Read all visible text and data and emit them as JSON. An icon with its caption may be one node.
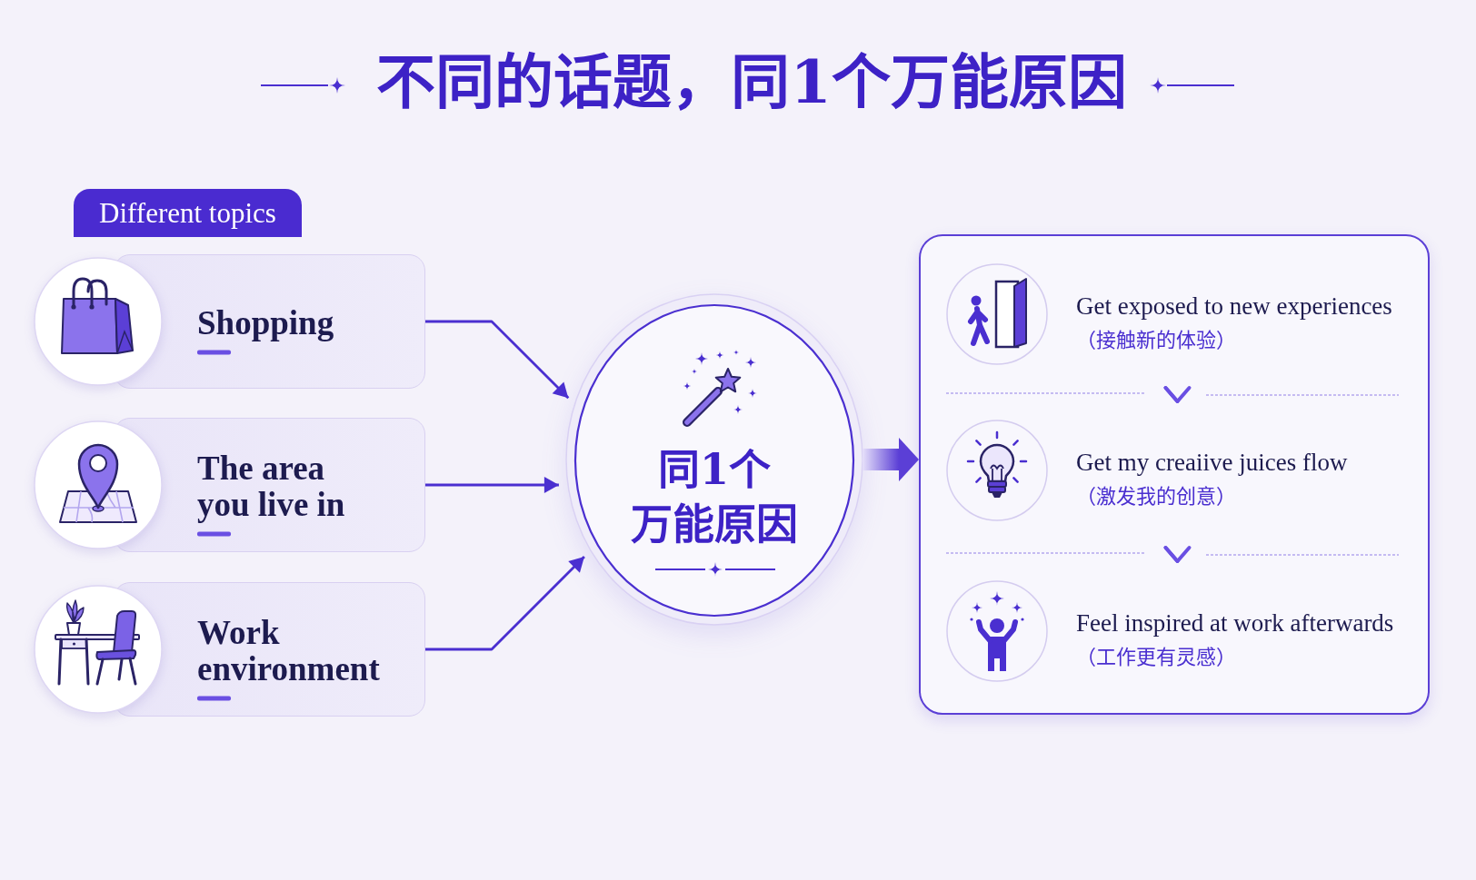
{
  "diagram": {
    "title": "不同的话题，同1个万能原因",
    "nodes": [
      {
        "text": [
          "Different topics"
        ]
      },
      {
        "text": [
          "Shopping"
        ]
      },
      {
        "text": [
          "The area you live in"
        ]
      },
      {
        "text": [
          "Work environment"
        ]
      },
      {
        "text": [
          "同1个万能原因"
        ]
      },
      {
        "text": [],
        "shape": "box"
      },
      {
        "text": [
          "Get exposed to new experiences",
          "（接触新的体验）"
        ],
        "in": 5
      },
      {
        "text": [
          "Get my creaiive juices flow",
          "（激发我的创意）"
        ],
        "in": 5
      },
      {
        "text": [
          "Feel inspired at work afterwards",
          "（工作更有灵感）"
        ],
        "in": 5
      }
    ],
    "edges": [
      {
        "from": 1,
        "to": 4,
        "arrow": "to"
      },
      {
        "from": 2,
        "to": 4,
        "arrow": "to"
      },
      {
        "from": 3,
        "to": 4,
        "arrow": "to"
      },
      {
        "from": 4,
        "to": 5,
        "arrow": "to",
        "style": "thick"
      },
      {
        "from": 6,
        "to": 7,
        "arrow": "to"
      },
      {
        "from": 7,
        "to": 8,
        "arrow": "to"
      }
    ]
  }
}
